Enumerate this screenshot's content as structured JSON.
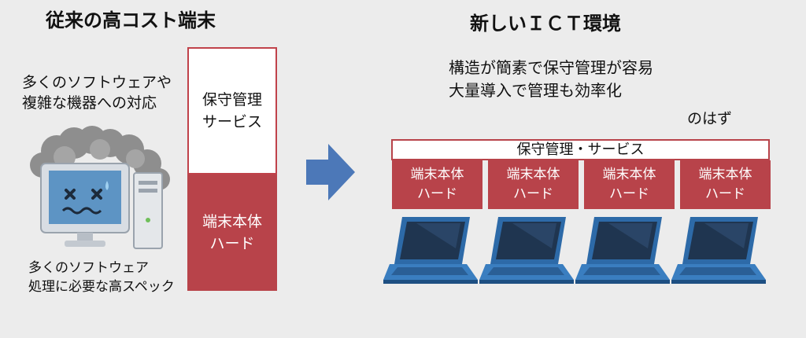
{
  "left": {
    "title": "従来の高コスト端末",
    "note_top": [
      "多くのソフトウェアや",
      "複雑な機器への対応"
    ],
    "note_bottom": [
      "多くのソフトウェア",
      "処理に必要な高スペック"
    ],
    "box_top": [
      "保守管理",
      "サービス"
    ],
    "box_bottom": [
      "端末本体",
      "ハード"
    ]
  },
  "right": {
    "title": "新しいＩＣＴ環境",
    "desc": [
      "構造が簡素で保守管理が容易",
      "大量導入で管理も効率化"
    ],
    "aside": "のはず",
    "service_bar": "保守管理・サービス",
    "hardware_boxes": [
      [
        "端末本体",
        "ハード"
      ],
      [
        "端末本体",
        "ハード"
      ],
      [
        "端末本体",
        "ハード"
      ],
      [
        "端末本体",
        "ハード"
      ]
    ]
  },
  "colors": {
    "accent_red": "#b8434a",
    "arrow_blue": "#4c78b8",
    "laptop_blue": "#2d6aa8",
    "background": "#ececec"
  },
  "icons": [
    "broken-computer-icon",
    "right-arrow-icon",
    "laptop-icon"
  ]
}
